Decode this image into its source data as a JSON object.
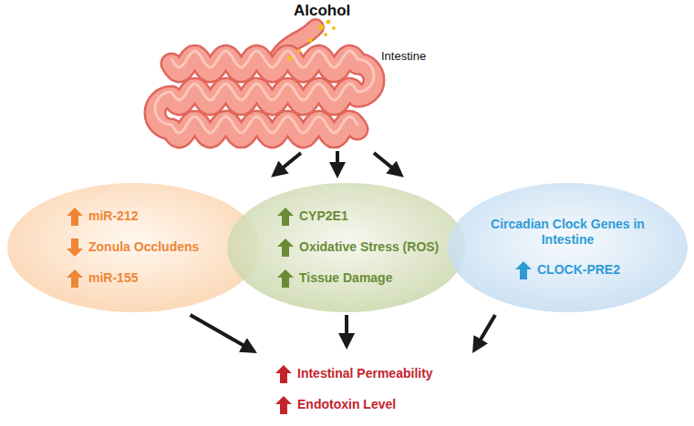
{
  "diagram": {
    "nodes": [
      {
        "text": [
          "miR-212",
          "Zonula Occludens",
          "miR-155"
        ]
      },
      {
        "text": [
          "CYP2E1",
          "Oxidative Stress (ROS)",
          "Tissue Damage"
        ]
      },
      {
        "text": [
          "Circadian Clock Genes in Intestine",
          "CLOCK-PRE2"
        ]
      },
      {
        "text": [
          "Intestinal Permeability",
          "Endotoxin Level"
        ]
      }
    ],
    "edges": [
      {
        "from": 0,
        "to": 3,
        "arrow": "to"
      },
      {
        "from": 1,
        "to": 3,
        "arrow": "to"
      },
      {
        "from": 2,
        "to": 3,
        "arrow": "to"
      }
    ],
    "labels": [
      "Alcohol",
      "Intestine"
    ]
  }
}
